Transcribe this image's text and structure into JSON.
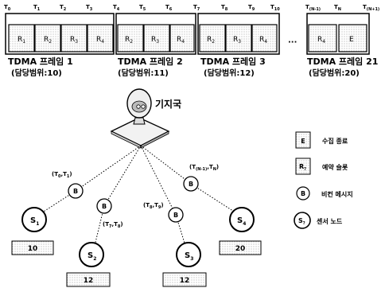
{
  "timeline": {
    "tick_labels": [
      {
        "main": "T",
        "sub": "0"
      },
      {
        "main": "T",
        "sub": "1"
      },
      {
        "main": "T",
        "sub": "2"
      },
      {
        "main": "T",
        "sub": "3"
      },
      {
        "main": "T",
        "sub": "4"
      },
      {
        "main": "T",
        "sub": "5"
      },
      {
        "main": "T",
        "sub": "6"
      },
      {
        "main": "T",
        "sub": "7"
      },
      {
        "main": "T",
        "sub": "8"
      },
      {
        "main": "T",
        "sub": "9"
      },
      {
        "main": "T",
        "sub": "10"
      },
      {
        "main": "T",
        "sub": "(N-1)"
      },
      {
        "main": "T",
        "sub": "N"
      },
      {
        "main": "T",
        "sub": "(N+1)"
      }
    ],
    "ellipsis": "···"
  },
  "frames": [
    {
      "title": "TDMA 프레임 1",
      "range": "(담당범위:10)",
      "slots": [
        {
          "main": "R",
          "sub": "1"
        },
        {
          "main": "R",
          "sub": "2"
        },
        {
          "main": "R",
          "sub": "3"
        },
        {
          "main": "R",
          "sub": "4"
        }
      ]
    },
    {
      "title": "TDMA 프레임 2",
      "range": "(담당범위:11)",
      "slots": [
        {
          "main": "R",
          "sub": "2"
        },
        {
          "main": "R",
          "sub": "3"
        },
        {
          "main": "R",
          "sub": "4"
        }
      ]
    },
    {
      "title": "TDMA 프레임 3",
      "range": "(담당범위:12)",
      "slots": [
        {
          "main": "R",
          "sub": "2"
        },
        {
          "main": "R",
          "sub": "3"
        },
        {
          "main": "R",
          "sub": "4"
        }
      ]
    },
    {
      "title": "TDMA 프레임 21",
      "range": "(담당범위:20)",
      "slots": [
        {
          "main": "R",
          "sub": "4"
        },
        {
          "main": "E",
          "sub": ""
        }
      ]
    }
  ],
  "base_station": {
    "label": "기지국"
  },
  "legend": [
    {
      "symbol": "E",
      "text": "수집 종료"
    },
    {
      "symbol": "R",
      "symbol_sub": "?",
      "text": "예약 슬롯"
    },
    {
      "symbol": "B",
      "text": "비컨 메시지"
    },
    {
      "symbol": "S",
      "symbol_sub": "?",
      "text": "센서 노드"
    }
  ],
  "beacons": [
    {
      "symbol": "B",
      "label": "(T",
      "label_parts": [
        {
          "main": "(T",
          "sub": "0"
        },
        {
          "main": ",T",
          "sub": "1"
        },
        {
          "main": ")",
          "sub": ""
        }
      ]
    },
    {
      "symbol": "B",
      "label_parts": [
        {
          "main": "(T",
          "sub": "7"
        },
        {
          "main": ",T",
          "sub": "8"
        },
        {
          "main": ")",
          "sub": ""
        }
      ]
    },
    {
      "symbol": "B",
      "label_parts": [
        {
          "main": "(T",
          "sub": "8"
        },
        {
          "main": ",T",
          "sub": "9"
        },
        {
          "main": ")",
          "sub": ""
        }
      ]
    },
    {
      "symbol": "B",
      "label_parts": [
        {
          "main": "(T",
          "sub": "(N-1)"
        },
        {
          "main": ",T",
          "sub": "N"
        },
        {
          "main": ")",
          "sub": ""
        }
      ]
    }
  ],
  "sensors": [
    {
      "main": "S",
      "sub": "1",
      "value": "10"
    },
    {
      "main": "S",
      "sub": "2",
      "value": "12"
    },
    {
      "main": "S",
      "sub": "3",
      "value": "12"
    },
    {
      "main": "S",
      "sub": "4",
      "value": "20"
    }
  ]
}
